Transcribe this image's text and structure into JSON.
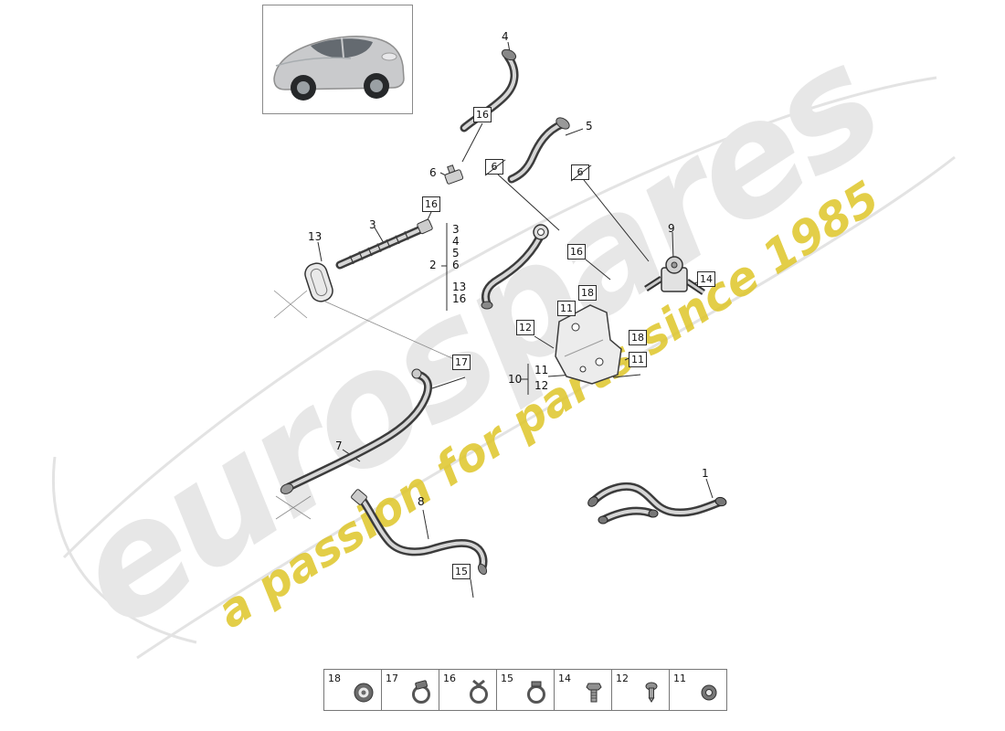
{
  "watermark": {
    "brand": "eurospares",
    "tagline": "a passion for parts since 1985",
    "brand_color": "#e7e7e7",
    "tagline_color": "#dec628"
  },
  "labels": {
    "l1": "1",
    "l3": "3",
    "l4": "4",
    "l5": "5",
    "l6": "6",
    "l7": "7",
    "l8": "8",
    "l9": "9",
    "l13": "13"
  },
  "groups": {
    "g2": {
      "label": "2",
      "items": [
        "3",
        "4",
        "5",
        "6",
        "13",
        "16"
      ]
    },
    "g10": {
      "label": "10",
      "items": [
        "11",
        "12"
      ]
    }
  },
  "boxed": {
    "b16a": "16",
    "b16b": "16",
    "b16c": "16",
    "b6a": "6",
    "b6b": "6",
    "b14": "14",
    "b18a": "18",
    "b18b": "18",
    "b11a": "11",
    "b11b": "11",
    "b12": "12",
    "b17": "17",
    "b15": "15"
  },
  "legend": {
    "items": [
      {
        "num": "18",
        "icon": "grommet"
      },
      {
        "num": "17",
        "icon": "hose-clamp"
      },
      {
        "num": "16",
        "icon": "spring-clamp"
      },
      {
        "num": "15",
        "icon": "clamp"
      },
      {
        "num": "14",
        "icon": "bolt"
      },
      {
        "num": "12",
        "icon": "screw"
      },
      {
        "num": "11",
        "icon": "nut"
      }
    ]
  }
}
